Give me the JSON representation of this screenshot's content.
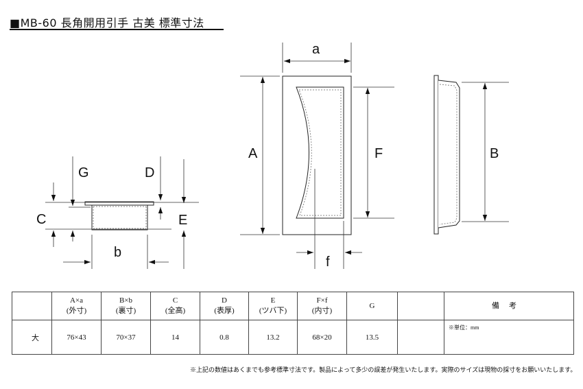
{
  "title": "■MB-60 長角開用引手 古美 標準寸法",
  "labels": {
    "a": "a",
    "A": "A",
    "F": "F",
    "f": "f",
    "B": "B",
    "b": "b",
    "C": "C",
    "D": "D",
    "E": "E",
    "G": "G"
  },
  "table": {
    "headers": [
      {
        "l1": "",
        "l2": ""
      },
      {
        "l1": "A×a",
        "l2": "(外寸)"
      },
      {
        "l1": "B×b",
        "l2": "(裏寸)"
      },
      {
        "l1": "C",
        "l2": "(全高)"
      },
      {
        "l1": "D",
        "l2": "(表厚)"
      },
      {
        "l1": "E",
        "l2": "(ツバ下)"
      },
      {
        "l1": "F×f",
        "l2": "(内寸)"
      },
      {
        "l1": "G",
        "l2": ""
      },
      {
        "l1": "",
        "l2": ""
      },
      {
        "l1": "備考",
        "l2": ""
      }
    ],
    "row": [
      "大",
      "76×43",
      "70×37",
      "14",
      "0.8",
      "13.2",
      "68×20",
      "13.5",
      "",
      "※単位：mm"
    ]
  },
  "footnote": "※上記の数値はあくまでも参考標準寸法です。製品によって多少の誤差が発生いたします。実際のサイズは現物の採寸をお願いいたします。"
}
